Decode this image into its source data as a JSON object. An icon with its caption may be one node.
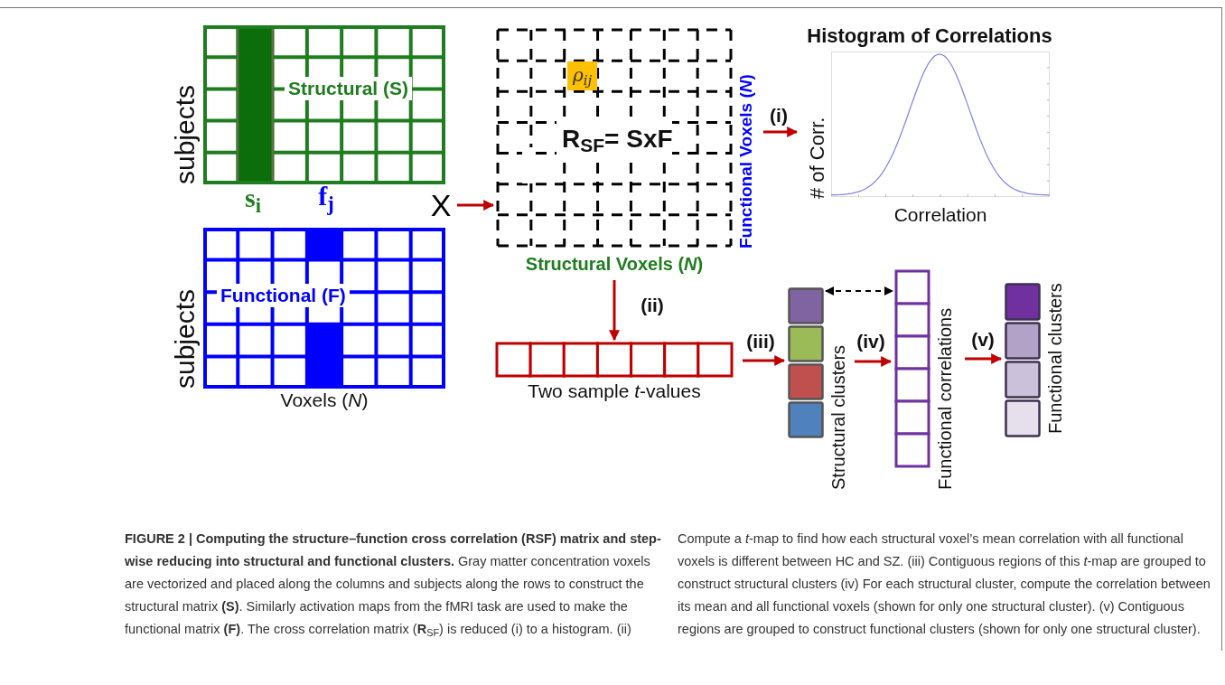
{
  "diagram": {
    "caption": "**FIGURE 2 | Computing the structure–function cross correlation (RSF) matrix and step-wise reducing into structural and functional clusters.** Gray matter concentration voxels are vectorized and placed along the columns and subjects along the rows to construct the structural matrix **(S)**. Similarly activation maps from the fMRI task are used to make the functional matrix **(F)**. The cross correlation matrix (**R**$_{SF}$) is reduced (i) to a histogram. (ii) Compute a *t*-map to find how each structural voxel’s mean correlation with all functional voxels is different between HC and SZ. (iii) Contiguous regions of this *t*-map are grouped to construct structural clusters (iv) For each structural cluster, compute the correlation between its mean and all functional voxels (shown for only one structural cluster). (v) Contiguous regions are grouped to construct functional clusters (shown for only one structural cluster).",
    "nodes": [
      {
        "text": [
          "Structural (S)"
        ],
        "beside": [
          "subjects",
          "s$_{i}$"
        ]
      },
      {
        "text": [
          "Functional (F)"
        ],
        "beside": [
          "subjects",
          "f$_{j}$",
          "Voxels (*N*)"
        ]
      },
      {
        "text": [
          "X"
        ]
      },
      {
        "text": [
          "R$_{SF}$= SxF"
        ],
        "beside": [
          "Structural Voxels (*N*)",
          "Functional Voxels (*N*)"
        ]
      },
      {
        "text": [
          "ρ$_{ij}$"
        ],
        "in": 3
      },
      {
        "text": [
          "Histogram of Correlations"
        ],
        "beside": [
          "# of Corr.",
          "Correlation"
        ]
      },
      {
        "text": [],
        "shape": "bar",
        "beside": [
          "Two sample *t*-values"
        ]
      },
      {
        "text": [],
        "shape": "bar",
        "beside": [
          "Structural clusters"
        ]
      },
      {
        "text": [],
        "shape": "bar",
        "beside": [
          "Functional correlations"
        ]
      },
      {
        "text": [],
        "shape": "bar",
        "beside": [
          "Functional clusters"
        ]
      }
    ],
    "edges": [
      {
        "from": 2,
        "to": 3,
        "arrow": "to"
      },
      {
        "from": 3,
        "to": 5,
        "arrow": "to",
        "label": "(i)"
      },
      {
        "from": 3,
        "to": 6,
        "arrow": "to",
        "label": "(ii)"
      },
      {
        "from": 6,
        "to": 7,
        "arrow": "to",
        "label": "(iii)"
      },
      {
        "from": 7,
        "to": 8,
        "arrow": "to",
        "label": "(iv)"
      },
      {
        "from": 8,
        "to": 9,
        "arrow": "to",
        "label": "(v)"
      },
      {
        "from": 7,
        "to": 8,
        "arrow": "both",
        "style": "dashed",
        "color": "#000000"
      }
    ]
  }
}
